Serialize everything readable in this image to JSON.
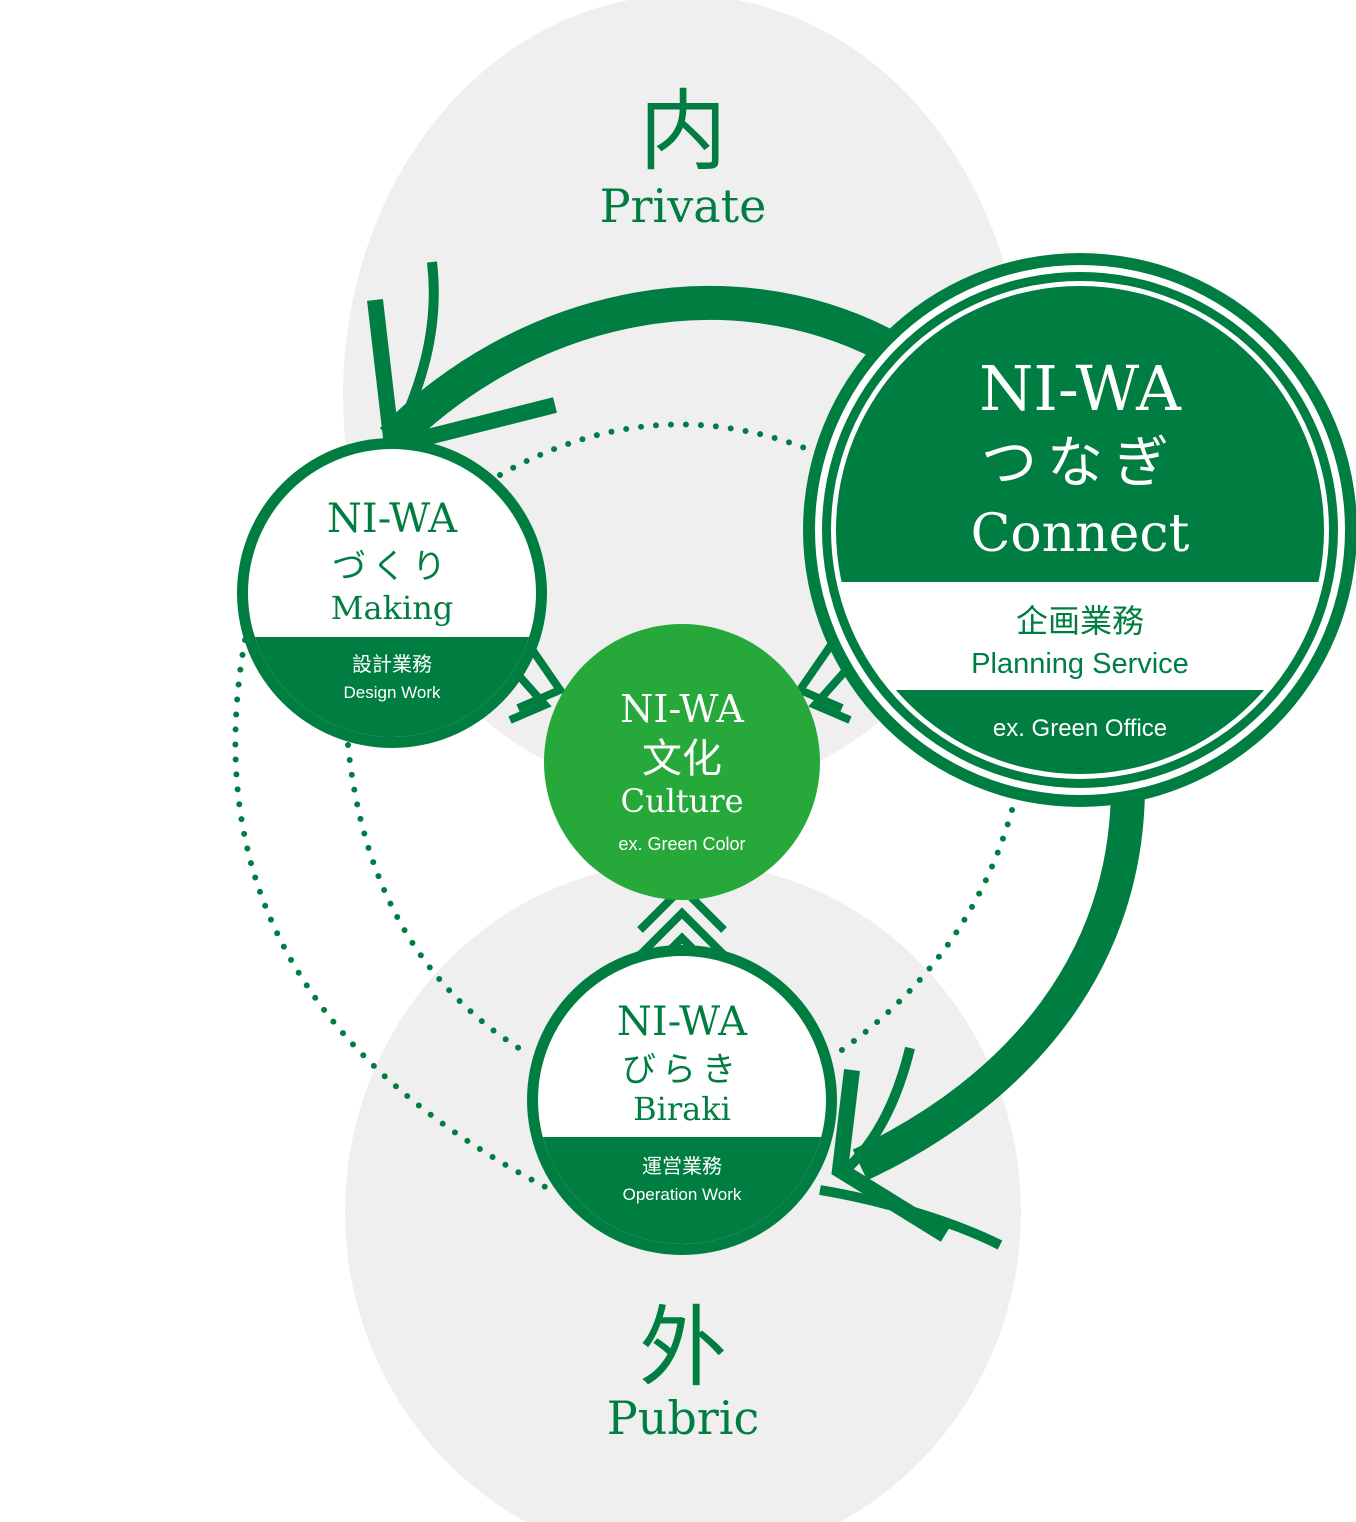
{
  "colors": {
    "dark_green": "#007d40",
    "bright_green": "#26a93a",
    "light_gray": "#efefef",
    "white": "#ffffff"
  },
  "private_zone": {
    "kanji": "内",
    "label": "Private"
  },
  "public_zone": {
    "kanji": "外",
    "label": "Pubric"
  },
  "connect": {
    "line1": "NI-WA",
    "line2": "つなぎ",
    "line3": "Connect",
    "service_jp": "企画業務",
    "service_en": "Planning Service",
    "example": "ex. Green Office"
  },
  "making": {
    "line1": "NI-WA",
    "line2": "づくり",
    "line3": "Making",
    "service_jp": "設計業務",
    "service_en": "Design Work"
  },
  "culture": {
    "line1": "NI-WA",
    "line2": "文化",
    "line3": "Culture",
    "example": "ex. Green Color"
  },
  "biraki": {
    "line1": "NI-WA",
    "line2": "びらき",
    "line3": "Biraki",
    "service_jp": "運営業務",
    "service_en": "Operation Work"
  }
}
